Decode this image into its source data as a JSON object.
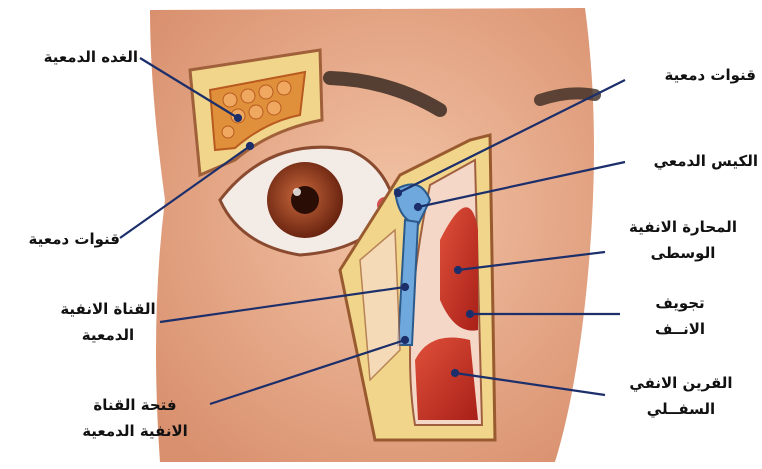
{
  "colors": {
    "skin": "#e6a582",
    "skin_light": "#f2c4a6",
    "gland": "#e0903a",
    "bone": "#f0d58a",
    "duct": "#6fa8dc",
    "cavity": "#c8322a",
    "iris": "#8a3a1c",
    "pointer": "#1c2f6b"
  },
  "labels": {
    "lacrimal_gland": "الغده الدمعية",
    "lacrimal_ducts_upper": "قنوات دمعية",
    "lacrimal_ducts_left": "قنوات دمعية",
    "lacrimal_sac": "الكيس الدمعي",
    "middle_concha": [
      "المحارة الانفية",
      "الوسطى"
    ],
    "nasal_cavity": [
      "تجويف",
      "الانــف"
    ],
    "nasolacrimal_duct": [
      "القناة الانفية",
      "الدمعية"
    ],
    "inferior_concha": [
      "القرين الانفي",
      "السفــلي"
    ],
    "duct_opening": [
      "فتحة القناة",
      "الانفية الدمعية"
    ]
  }
}
